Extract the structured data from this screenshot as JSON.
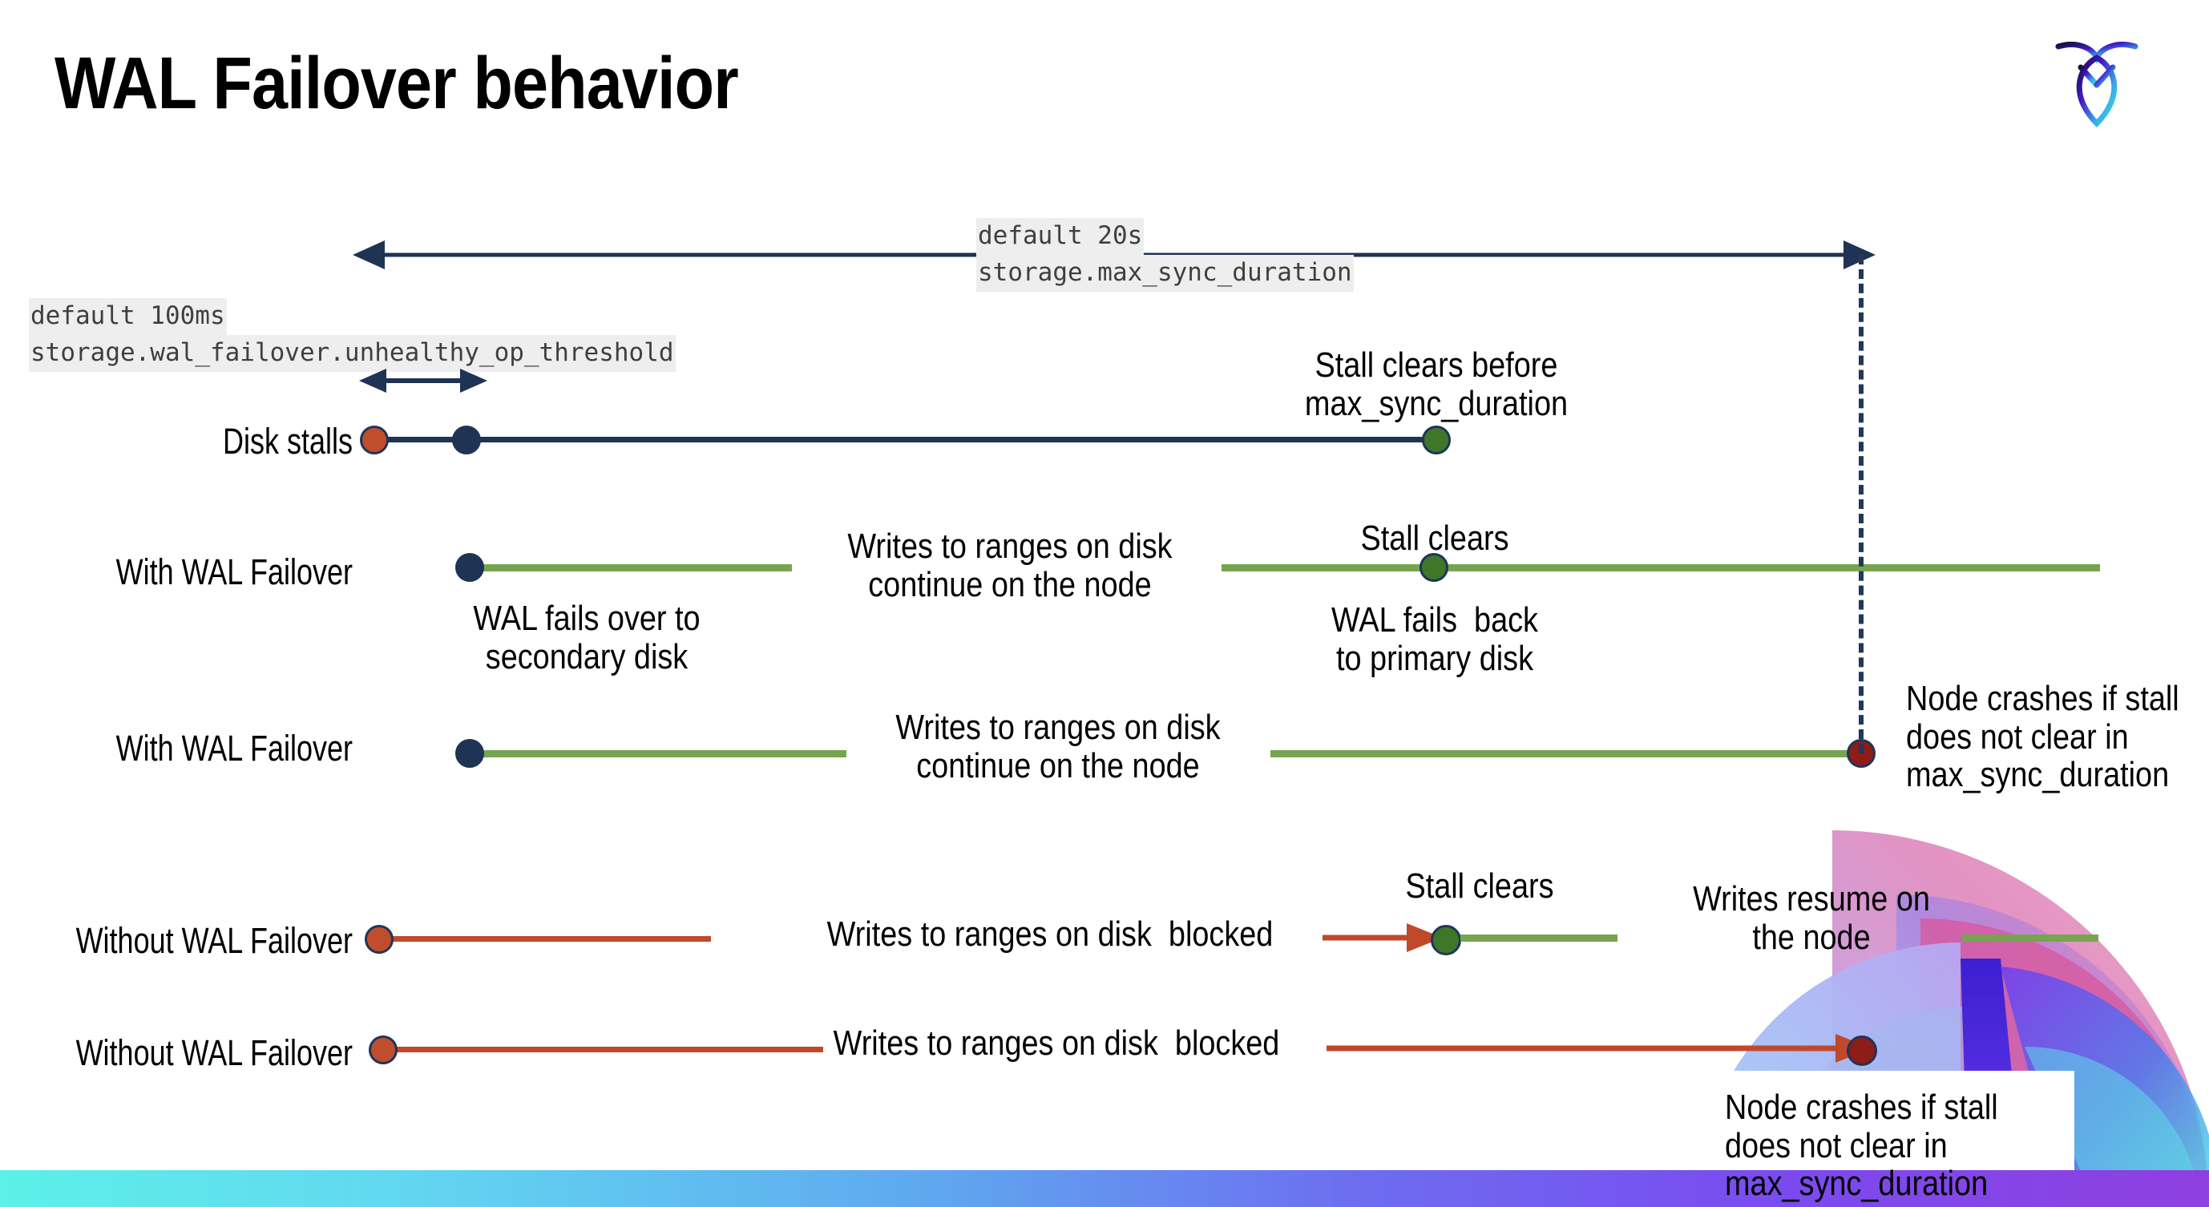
{
  "slide": {
    "title": "WAL Failover behavior",
    "logo_name": "cockroachdb-logo"
  },
  "callouts": {
    "max_sync": {
      "line1": "default 20s",
      "line2": "storage.max_sync_duration"
    },
    "unhealthy": {
      "line1": "default 100ms",
      "line2": "storage.wal_failover.unhealthy_op_threshold"
    }
  },
  "rows": [
    {
      "label": "Disk stalls"
    },
    {
      "label": "With WAL Failover"
    },
    {
      "label": "With WAL Failover"
    },
    {
      "label": "Without WAL Failover"
    },
    {
      "label": "Without WAL Failover"
    }
  ],
  "annotations": {
    "stall_clears_before": "Stall clears before\nmax_sync_duration",
    "writes_continue_1": "Writes to ranges on disk\ncontinue on the node",
    "stall_clears_1": "Stall clears",
    "wal_fails_over": "WAL fails over to\nsecondary disk",
    "wal_fails_back": "WAL fails  back\nto primary disk",
    "writes_continue_2": "Writes to ranges on disk\ncontinue on the node",
    "node_crashes_1": "Node crashes if stall\ndoes not clear in\nmax_sync_duration",
    "stall_clears_2": "Stall clears",
    "writes_blocked_1": "Writes to ranges on disk  blocked",
    "writes_resume": "Writes resume on\nthe node",
    "writes_blocked_2": "Writes to ranges on disk  blocked",
    "node_crashes_2": "Node crashes if stall\ndoes not clear in\nmax_sync_duration"
  },
  "colors": {
    "navy": "#1f3354",
    "green_line": "#76a44f",
    "green_dot": "#3f7728",
    "orange": "#c04e2c",
    "red_line": "#c0492b",
    "dark_red": "#8e1c17",
    "code_bg": "#eeeeee"
  }
}
